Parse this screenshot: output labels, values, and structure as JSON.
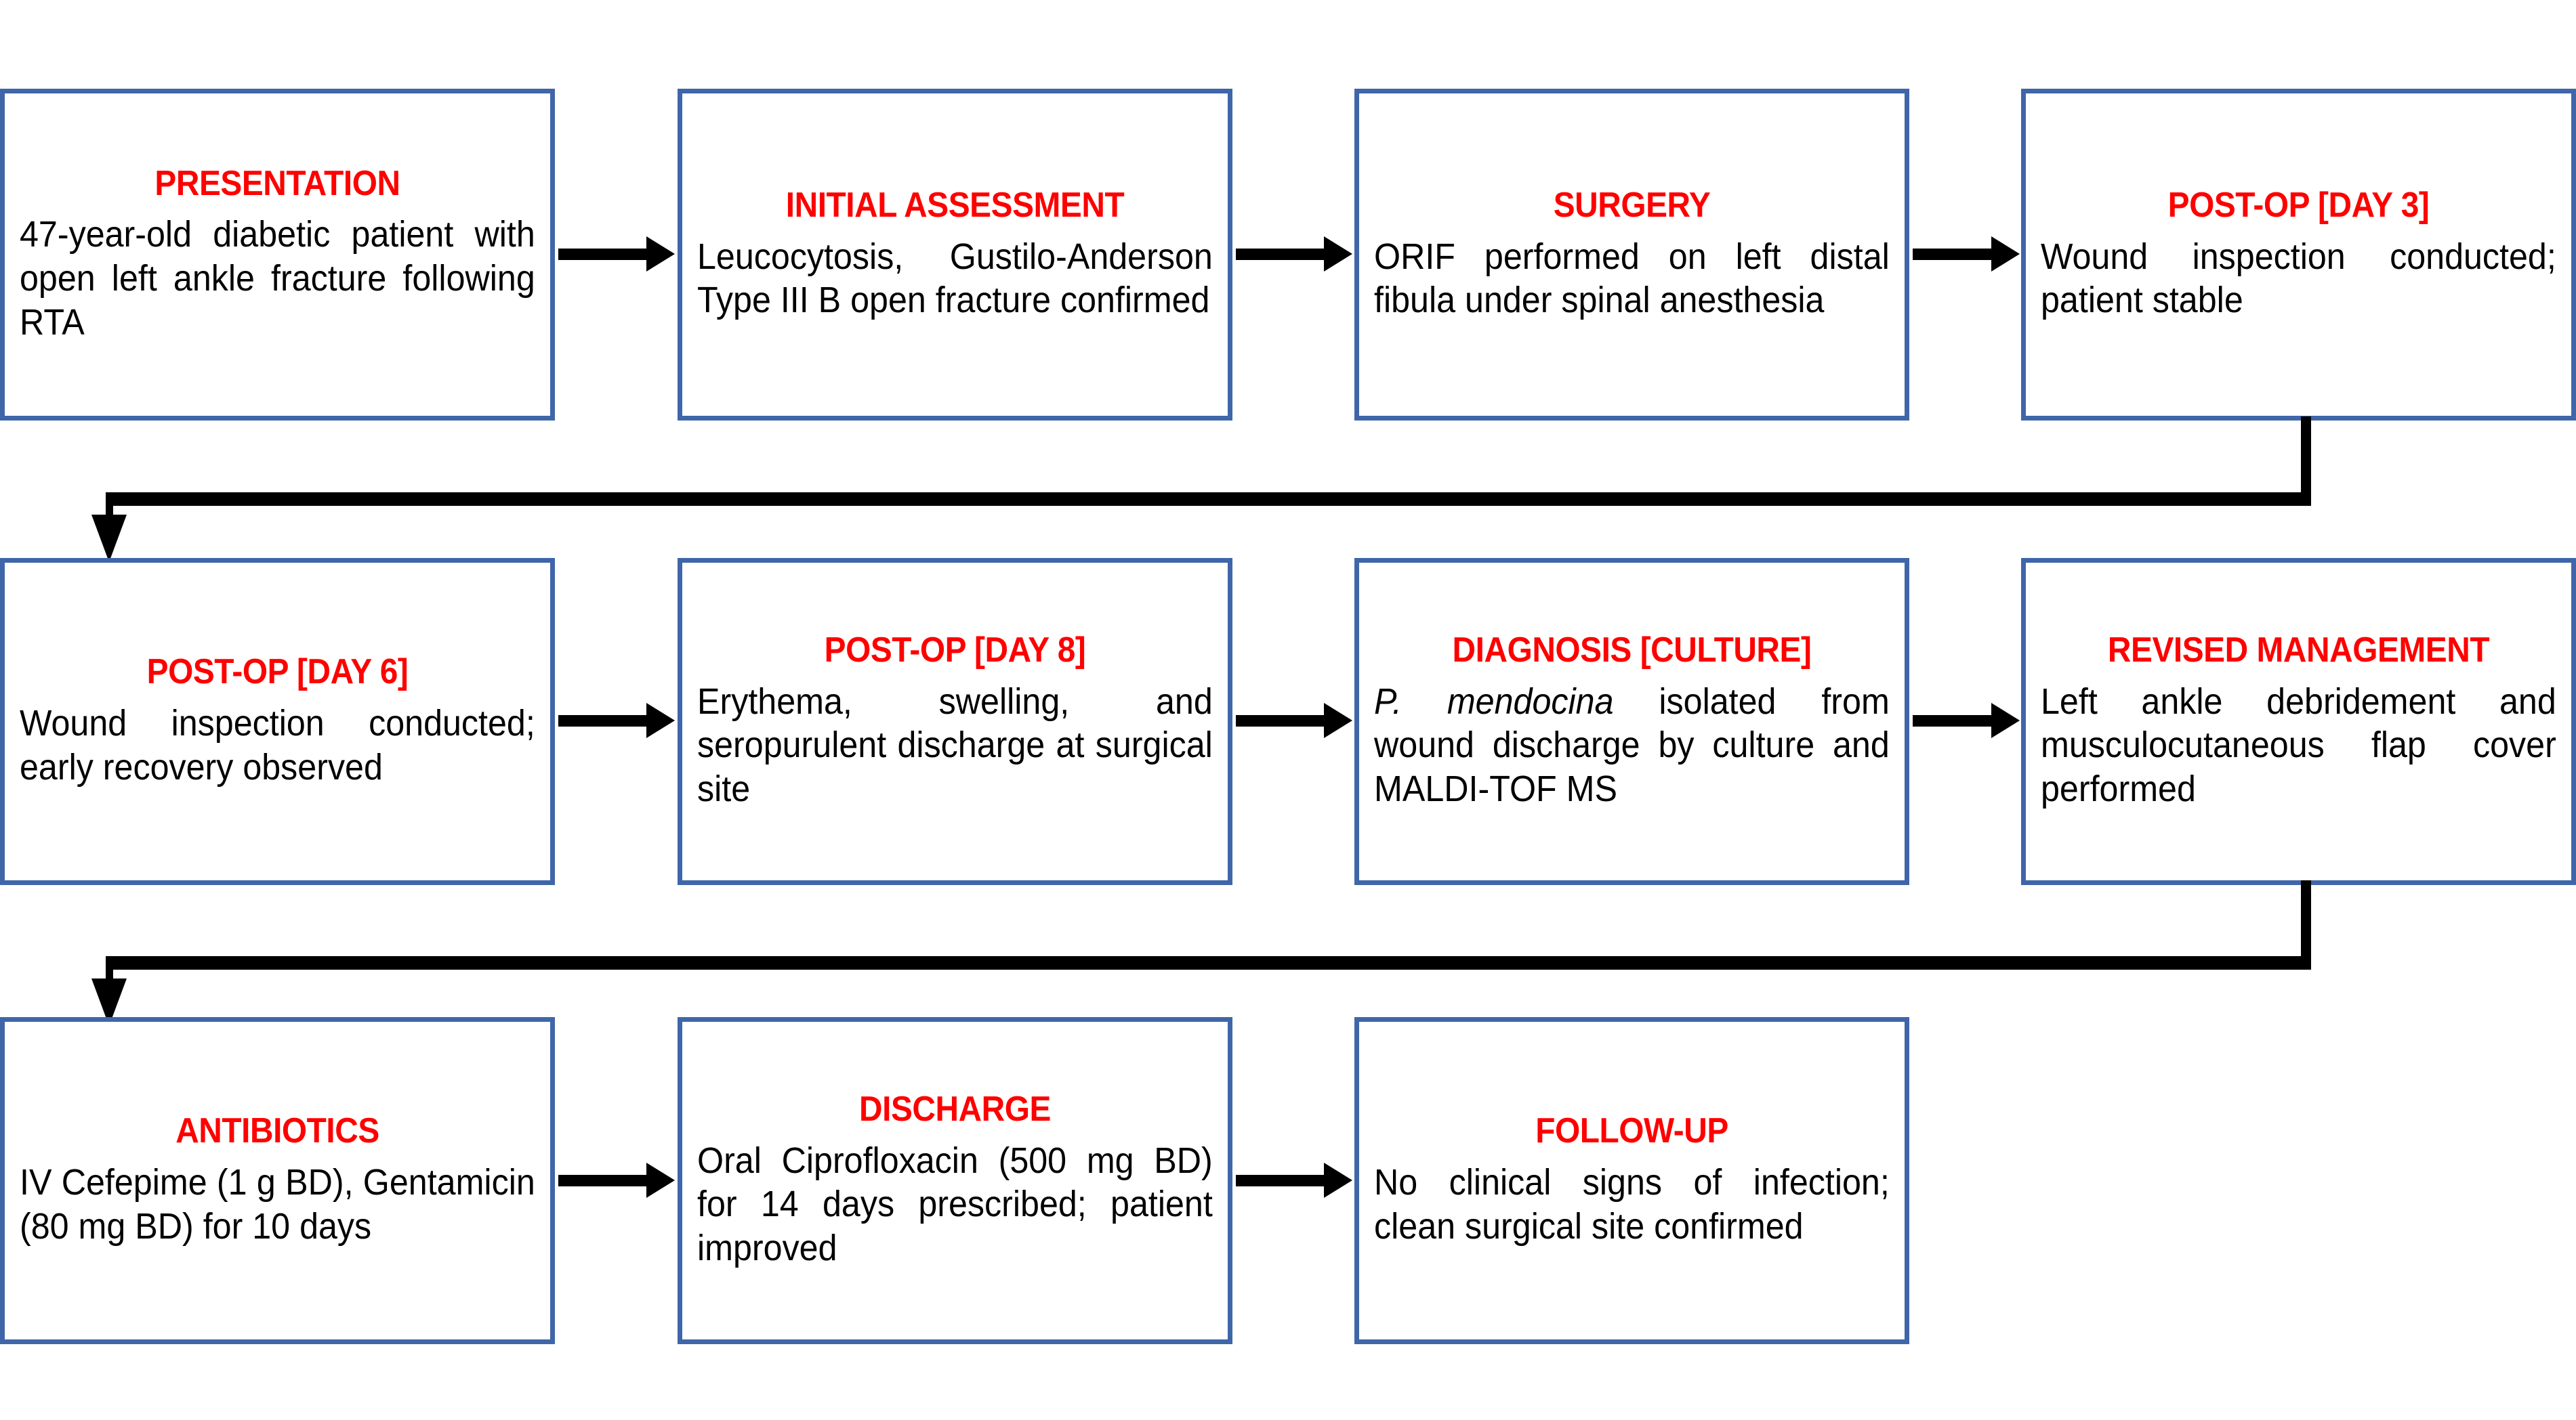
{
  "diagram": {
    "title": "Clinical case management flowchart",
    "colors": {
      "box_border": "#3F66A8",
      "heading_text": "#FF0000",
      "body_text": "#000000",
      "connector": "#000000",
      "background": "#FFFFFF"
    },
    "rows": [
      {
        "row_index": 1,
        "nodes": [
          {
            "id": "presentation",
            "title": "PRESENTATION",
            "body": "47-year-old diabetic patient with open left ankle fracture following RTA"
          },
          {
            "id": "initial-assessment",
            "title": "INITIAL ASSESSMENT",
            "body": "Leucocytosis, Gustilo-Anderson Type III B open fracture confirmed"
          },
          {
            "id": "surgery",
            "title": "SURGERY",
            "body": "ORIF performed on left distal fibula under spinal anesthesia"
          },
          {
            "id": "post-op-day-3",
            "title": "POST-OP [DAY 3]",
            "body": "Wound inspection conducted; patient stable"
          }
        ]
      },
      {
        "row_index": 2,
        "nodes": [
          {
            "id": "post-op-day-6",
            "title": "POST-OP [DAY 6]",
            "body": "Wound inspection conducted; early recovery observed"
          },
          {
            "id": "post-op-day-8",
            "title": "POST-OP [DAY 8]",
            "body": "Erythema, swelling, and seropurulent discharge at surgical site"
          },
          {
            "id": "diagnosis-culture",
            "title": "DIAGNOSIS [CULTURE]",
            "body_italic_prefix": "P. mendocina",
            "body_rest": " isolated from wound discharge by culture and MALDI-TOF MS"
          },
          {
            "id": "revised-management",
            "title": "REVISED MANAGEMENT",
            "body": "Left ankle debridement and musculocutaneous flap cover performed"
          }
        ]
      },
      {
        "row_index": 3,
        "nodes": [
          {
            "id": "antibiotics",
            "title": "ANTIBIOTICS",
            "body": "IV Cefepime (1 g BD), Gentamicin (80 mg BD) for 10 days"
          },
          {
            "id": "discharge",
            "title": "DISCHARGE",
            "body": "Oral Ciprofloxacin (500 mg BD) for 14 days prescribed; patient improved"
          },
          {
            "id": "follow-up",
            "title": "FOLLOW-UP",
            "body": "No clinical signs of infection; clean surgical site confirmed"
          }
        ]
      }
    ],
    "connectors": [
      {
        "type": "arrow-right",
        "from": "presentation",
        "to": "initial-assessment"
      },
      {
        "type": "arrow-right",
        "from": "initial-assessment",
        "to": "surgery"
      },
      {
        "type": "arrow-right",
        "from": "surgery",
        "to": "post-op-day-3"
      },
      {
        "type": "wrap-down-left",
        "from": "post-op-day-3",
        "to": "post-op-day-6"
      },
      {
        "type": "arrow-right",
        "from": "post-op-day-6",
        "to": "post-op-day-8"
      },
      {
        "type": "arrow-right",
        "from": "post-op-day-8",
        "to": "diagnosis-culture"
      },
      {
        "type": "arrow-right",
        "from": "diagnosis-culture",
        "to": "revised-management"
      },
      {
        "type": "wrap-down-left",
        "from": "revised-management",
        "to": "antibiotics"
      },
      {
        "type": "arrow-right",
        "from": "antibiotics",
        "to": "discharge"
      },
      {
        "type": "arrow-right",
        "from": "discharge",
        "to": "follow-up"
      }
    ]
  }
}
